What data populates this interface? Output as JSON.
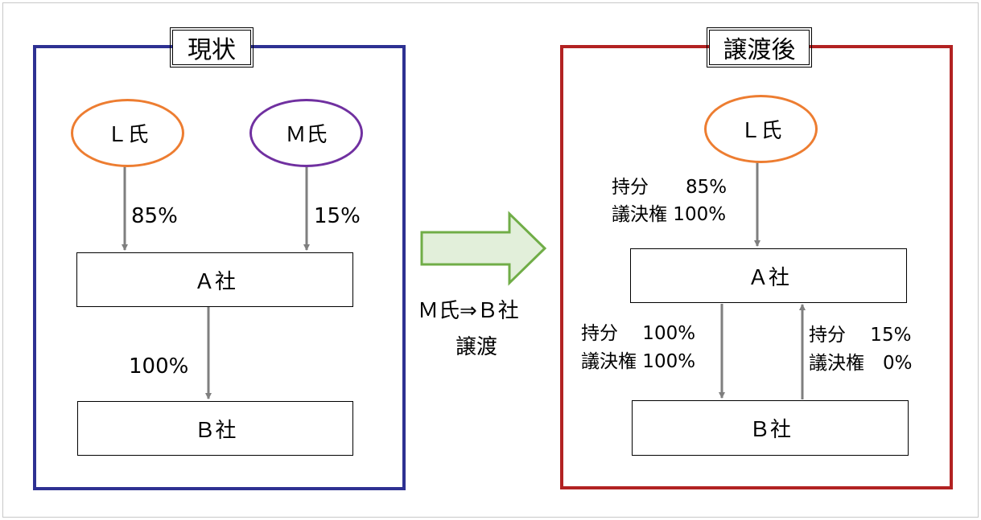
{
  "colors": {
    "before": "#2e3192",
    "after": "#b22222",
    "owner_l": "#ed7d31",
    "owner_m": "#7030a0",
    "arrow": "#7f7f7f",
    "transfer_fill": "#e2efda",
    "transfer_stroke": "#70ad47"
  },
  "before": {
    "title": "現状",
    "owner_l": "Ｌ氏",
    "owner_m": "Ｍ氏",
    "l_pct": "85%",
    "m_pct": "15%",
    "company_a": "Ａ社",
    "company_b": "Ｂ社",
    "a_to_b_pct": "100%"
  },
  "transfer": {
    "line1": "Ｍ氏⇒Ｂ社",
    "line2": "譲渡"
  },
  "after": {
    "title": "譲渡後",
    "owner_l": "Ｌ氏",
    "company_a": "Ａ社",
    "company_b": "Ｂ社",
    "l_to_a": {
      "equity": "持分　　85%",
      "voting": "議決権 100%"
    },
    "a_to_b": {
      "equity": "持分　 100%",
      "voting": "議決権 100%"
    },
    "b_to_a": {
      "equity": "持分　 15%",
      "voting": "議決権　0%"
    }
  }
}
